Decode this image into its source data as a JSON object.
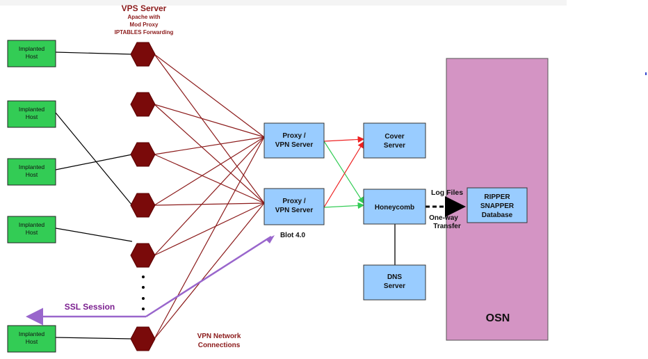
{
  "colors": {
    "host_fill": "#33cc55",
    "proxy_fill": "#99ccff",
    "osn_fill": "#d494c4",
    "hex_fill": "#7a0a0a",
    "dark_red": "#8b1a1a",
    "green_arrow": "#33cc55",
    "red_arrow": "#ee2222",
    "purple": "#9966cc"
  },
  "vps": {
    "title": "VPS Server",
    "sub1": "Apache with",
    "sub2": "Mod Proxy",
    "sub3": "IPTABLES Forwarding"
  },
  "hosts": [
    {
      "line1": "Implanted",
      "line2": "Host"
    },
    {
      "line1": "Implanted",
      "line2": "Host"
    },
    {
      "line1": "Implanted",
      "line2": "Host"
    },
    {
      "line1": "Implanted",
      "line2": "Host"
    },
    {
      "line1": "Implanted",
      "line2": "Host"
    }
  ],
  "proxies": [
    {
      "line1": "Proxy /",
      "line2": "VPN Server"
    },
    {
      "line1": "Proxy /",
      "line2": "VPN Server"
    }
  ],
  "cover": {
    "line1": "Cover",
    "line2": "Server"
  },
  "honeycomb": {
    "label": "Honeycomb"
  },
  "dns": {
    "line1": "DNS",
    "line2": "Server"
  },
  "ripper": {
    "line1": "RIPPER",
    "line2": "SNAPPER",
    "line3": "Database"
  },
  "osn": {
    "label": "OSN"
  },
  "labels": {
    "log_files": "Log Files",
    "one_way_1": "One-way",
    "one_way_2": "Transfer",
    "blot": "Blot 4.0",
    "ssl": "SSL Session",
    "vpn1": "VPN Network",
    "vpn2": "Connections"
  }
}
